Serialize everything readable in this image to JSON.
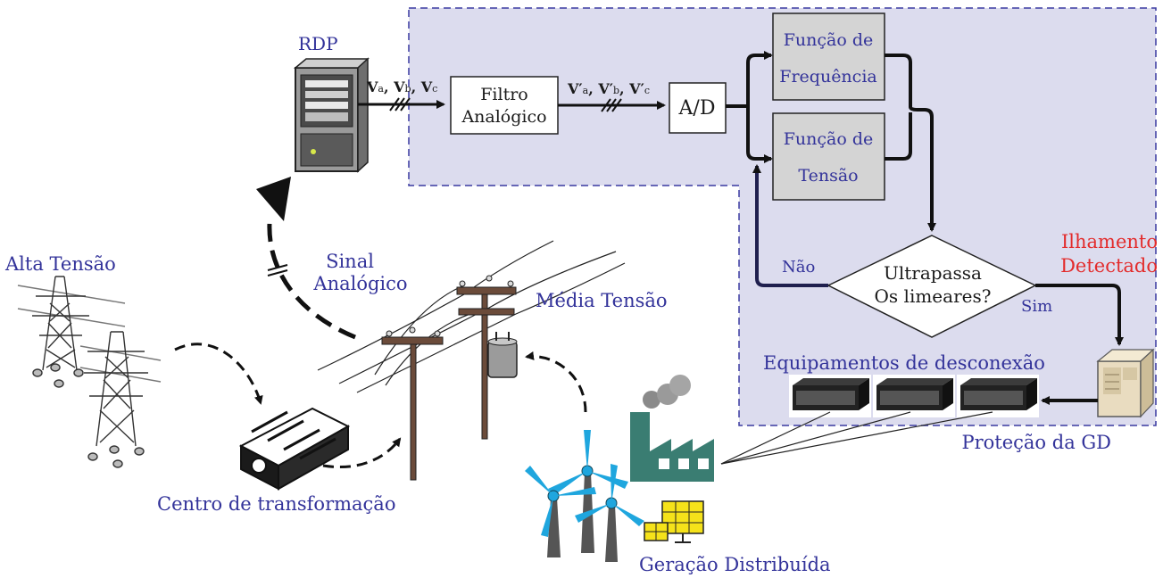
{
  "labels": {
    "rdp": "RDP",
    "v_in_a": "V",
    "v_in_sub_a": "a",
    "v_in_b": "V",
    "v_in_sub_b": "b",
    "v_in_c": "V",
    "v_in_sub_c": "c",
    "filtro_line1": "Filtro",
    "filtro_line2": "Analógico",
    "v_out_a": "V′",
    "v_out_sub_a": "a",
    "v_out_b": "V′",
    "v_out_sub_b": "b",
    "v_out_c": "V′",
    "v_out_sub_c": "c",
    "ad": "A/D",
    "freq_line1": "Função de",
    "freq_line2": "Frequência",
    "tensao_line1": "Função de",
    "tensao_line2": "Tensão",
    "decision_line1": "Ultrapassa",
    "decision_line2": "Os limeares?",
    "nao": "Não",
    "sim": "Sim",
    "ilhamento_line1": "Ilhamento",
    "ilhamento_line2": "Detectado",
    "equipamentos": "Equipamentos de desconexão",
    "protecao": "Proteção da GD",
    "sinal_line1": "Sinal",
    "sinal_line2": "Analógico",
    "alta_tensao": "Alta Tensão",
    "media_tensao": "Média Tensão",
    "centro": "Centro de transformação",
    "geracao": "Geração Distribuída"
  },
  "colors": {
    "label_blue": "#33339a",
    "alert_red": "#e32b2b",
    "panel_fill": "#dcdcee",
    "panel_border": "#3a3aa0",
    "function_box": "#d4d4d4",
    "turbine_blue": "#1fa6de",
    "factory_green": "#3a7d72",
    "solar_yellow": "#f5e21a",
    "pole_brown": "#6b4b3a"
  },
  "icons": [
    "server-icon",
    "transmission-tower-icon",
    "transformer-icon",
    "utility-pole-icon",
    "wind-turbine-icon",
    "factory-icon",
    "solar-panel-icon",
    "rack-unit-icon"
  ]
}
